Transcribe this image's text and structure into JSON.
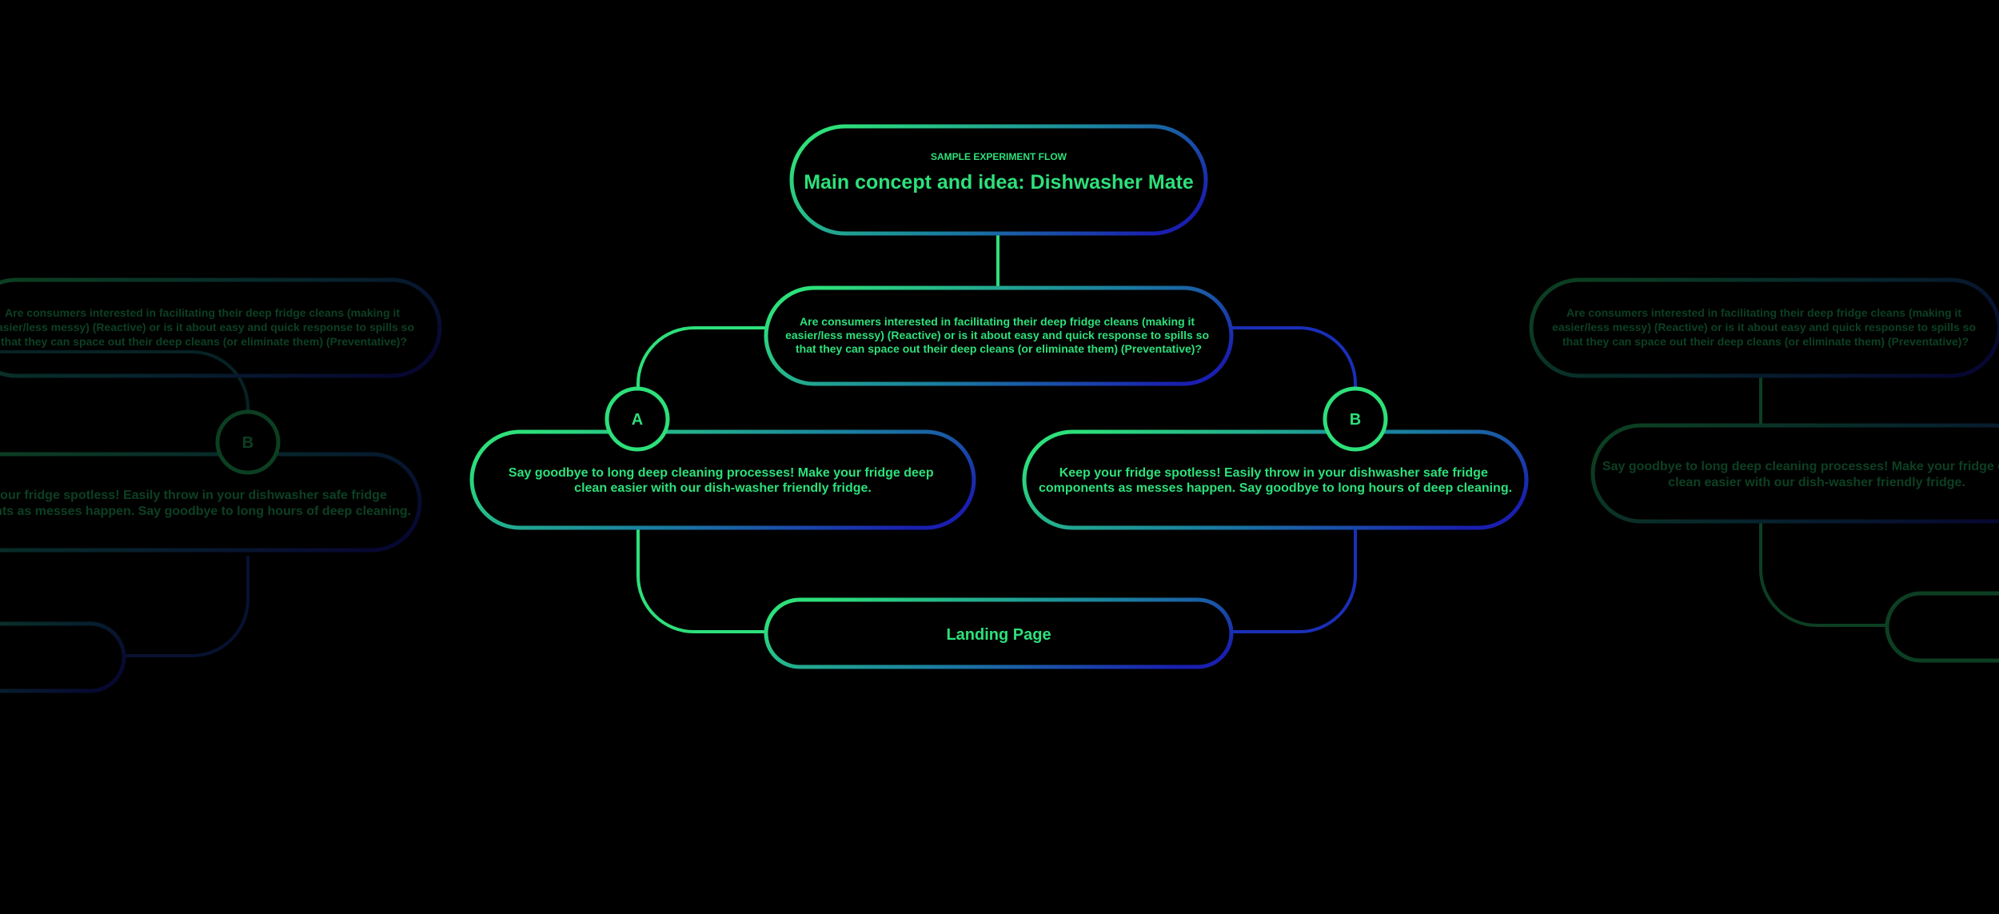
{
  "colors": {
    "background": "#000000",
    "green": "#2de07a",
    "blue": "#1a1fb0"
  },
  "main": {
    "eyebrow": "SAMPLE EXPERIMENT FLOW",
    "title": "Main concept and idea: Dishwasher Mate",
    "question_lines": [
      "Are consumers interested in facilitating their deep fridge cleans (making it",
      "easier/less messy) (Reactive) or is it about easy and quick response to spills so",
      "that they can space out their deep cleans (or eliminate them) (Preventative)?"
    ],
    "badge_a": "A",
    "badge_b": "B",
    "option_a_lines": [
      "Say goodbye to long deep cleaning processes! Make your fridge deep",
      "clean easier with our dish-washer friendly fridge."
    ],
    "option_b_lines": [
      "Keep your fridge spotless! Easily throw in your dishwasher safe fridge",
      "components as messes happen. Say goodbye to long hours of deep cleaning."
    ],
    "landing": "Landing Page"
  },
  "ghost_left": {
    "question_lines": [
      "Are consumers interested in facilitating their deep fridge cleans (making it",
      "easier/less messy) (Reactive) or is it about easy and quick response to spills so",
      "that they can space out their deep cleans (or eliminate them) (Preventative)?"
    ],
    "badge_b": "B",
    "option_b_lines": [
      "Keep your fridge spotless! Easily throw in your dishwasher safe fridge",
      "components as messes happen. Say goodbye to long hours of deep cleaning."
    ]
  },
  "ghost_right": {
    "question_lines": [
      "Are consumers interested in facilitating their deep fridge cleans (making it",
      "easier/less messy) (Reactive) or is it about easy and quick response to spills so",
      "that they can space out their deep cleans (or eliminate them) (Preventative)?"
    ],
    "option_a_lines": [
      "Say goodbye to long deep cleaning processes! Make your fridge deep",
      "clean easier with our dish-washer friendly fridge."
    ]
  }
}
